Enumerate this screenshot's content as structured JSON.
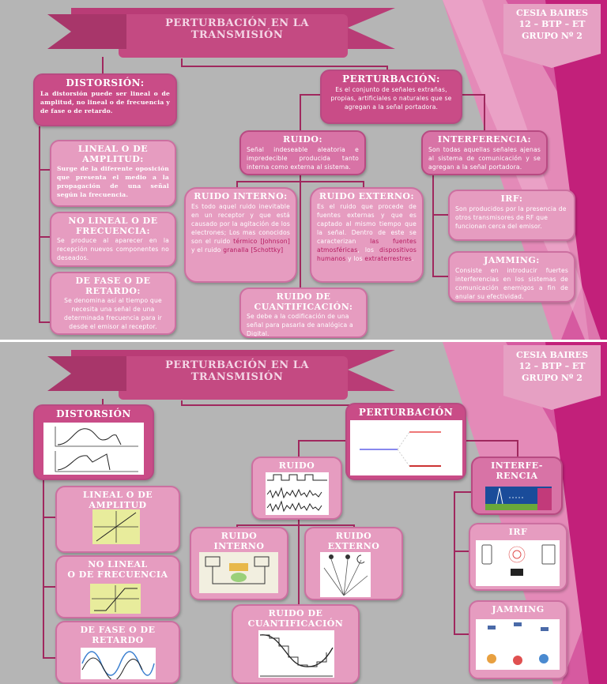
{
  "header": {
    "title": "PERTURBACIÓN EN LA TRANSMISIÓN",
    "title_line1": "PERTURBACIÓN EN LA",
    "title_line2": "TRANSMISIÓN",
    "author_line1": "CESIA BAIRES",
    "author_line2": "12 – BTP – ET",
    "author_line3": "GRUPO Nº 2"
  },
  "colors": {
    "background": "#b5b5b5",
    "dark_box": "#c94c87",
    "light_box": "#e69cc0",
    "connector": "#a0285e",
    "accent": "#c2207a"
  },
  "text_map": {
    "distorsion": {
      "title": "DISTORSIÓN:",
      "text": "La distorsión puede ser lineal o de amplitud, no lineal o de frecuencia y de fase o de retardo."
    },
    "lineal": {
      "title": "LINEAL O DE AMPLITUD:",
      "text": "Surge de la diferente oposición que presenta el medio a la propagación de una señal según la frecuencia."
    },
    "no_lineal": {
      "title": "NO LINEAL O DE FRECUENCIA:",
      "text": "Se produce al aparecer en la recepción nuevos componentes no deseados."
    },
    "fase": {
      "title": "DE FASE O DE RETARDO:",
      "text": "Se denomina así al tiempo que necesita una señal de una determinada frecuencia para ir desde el emisor al receptor."
    },
    "perturbacion": {
      "title": "PERTURBACIÓN:",
      "text": "Es el conjunto de señales extrañas, propias, artificiales o naturales que se agregan a la señal portadora."
    },
    "ruido": {
      "title": "RUIDO:",
      "text": "Señal indeseable aleatoria e impredecible producida tanto interna como externa al sistema."
    },
    "ruido_interno": {
      "title": "RUIDO INTERNO:",
      "text_a": "Es todo aquel ruido inevitable en un receptor y que está causado por la agitación de los electrones; Los mas conocidos son el ruido ",
      "hl_a": "térmico [Johnson]",
      "text_b": " y el ruido ",
      "hl_b": "granalla [Schottky]"
    },
    "ruido_externo": {
      "title": "RUIDO EXTERNO:",
      "text_a": "Es el ruido que procede de fuentes externas y que es captado al mismo tiempo que la señal. Dentro de este se caracterizan ",
      "hl_a": "las fuentes atmosféricas",
      "text_b": ", los ",
      "hl_b": "dispositivos humanos",
      "text_c": " y los ",
      "hl_c": "extraterrestres",
      "text_d": "."
    },
    "ruido_cuant": {
      "title": "RUIDO DE CUANTIFICACIÓN:",
      "text": "Se debe a la codificación de una señal para pasarla de analógica a Digital."
    },
    "interferencia": {
      "title": "INTERFERENCIA:",
      "text": "Son todas aquellas señales ajenas al sistema de comunicación y se agregan a la señal portadora."
    },
    "irf": {
      "title": "IRF:",
      "text": "Son producidos por la presencia de otros transmisores de RF que funcionan cerca del emisor."
    },
    "jamming": {
      "title": "JAMMING:",
      "text": "Consiste en introducir fuertes interferencias en los sistemas de comunicación enemigos a fin de anular su efectividad."
    }
  },
  "image_map": {
    "distorsion": "DISTORSIÓN",
    "lineal": "LINEAL O DE AMPLITUD",
    "no_lineal_1": "NO LINEAL",
    "no_lineal_2": "O DE FRECUENCIA",
    "fase_1": "DE FASE O DE",
    "fase_2": "RETARDO",
    "perturbacion": "PERTURBACIÓN",
    "ruido": "RUIDO",
    "ruido_interno_1": "RUIDO",
    "ruido_interno_2": "INTERNO",
    "ruido_externo_1": "RUIDO",
    "ruido_externo_2": "EXTERNO",
    "ruido_cuant_1": "RUIDO DE",
    "ruido_cuant_2": "CUANTIFICACIÓN",
    "interferencia_1": "INTERFE-",
    "interferencia_2": "RENCIA",
    "irf": "IRF",
    "jamming": "JAMMING"
  }
}
